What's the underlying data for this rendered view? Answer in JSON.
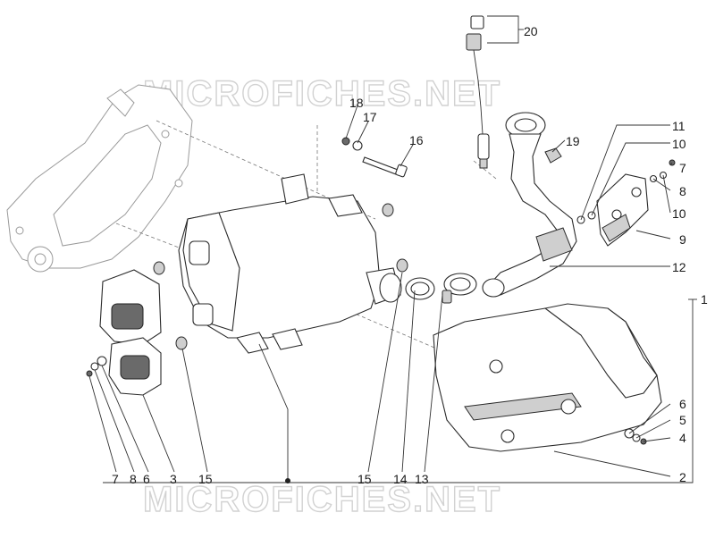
{
  "watermark": "MICROFICHES.NET",
  "callouts": {
    "c1": "1",
    "c2": "2",
    "c3": "3",
    "c4": "4",
    "c5": "5",
    "c6a": "6",
    "c6b": "6",
    "c7a": "7",
    "c7b": "7",
    "c8a": "8",
    "c8b": "8",
    "c9": "9",
    "c10a": "10",
    "c10b": "10",
    "c11": "11",
    "c12": "12",
    "c13": "13",
    "c14": "14",
    "c15a": "15",
    "c15b": "15",
    "c16": "16",
    "c17": "17",
    "c18": "18",
    "c19": "19",
    "c20": "20"
  }
}
